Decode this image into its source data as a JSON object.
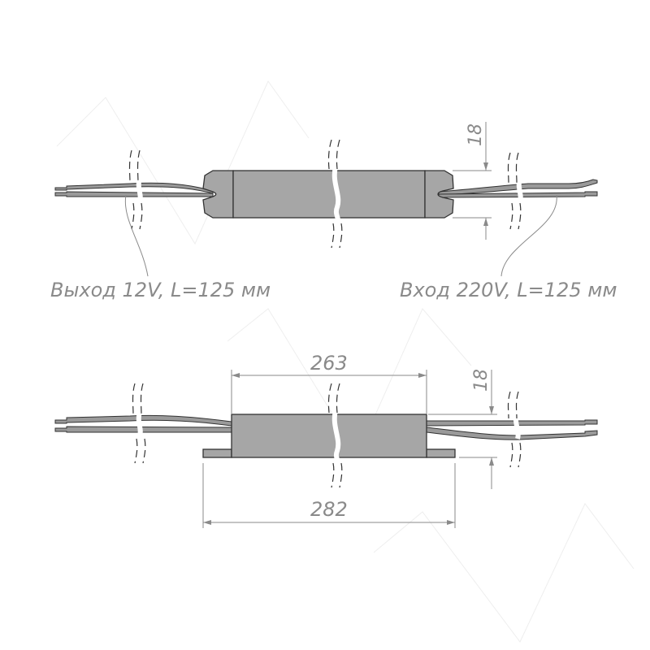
{
  "top_view": {
    "output_label": "Выход 12V, L=125 мм",
    "input_label": "Вход 220V, L=125 мм",
    "height_dim": "18"
  },
  "side_view": {
    "body_length_dim": "263",
    "overall_length_dim": "282",
    "height_dim": "18"
  },
  "colors": {
    "body": "#a6a6a6",
    "outline": "#333333",
    "dimension": "#8a8a8a"
  }
}
